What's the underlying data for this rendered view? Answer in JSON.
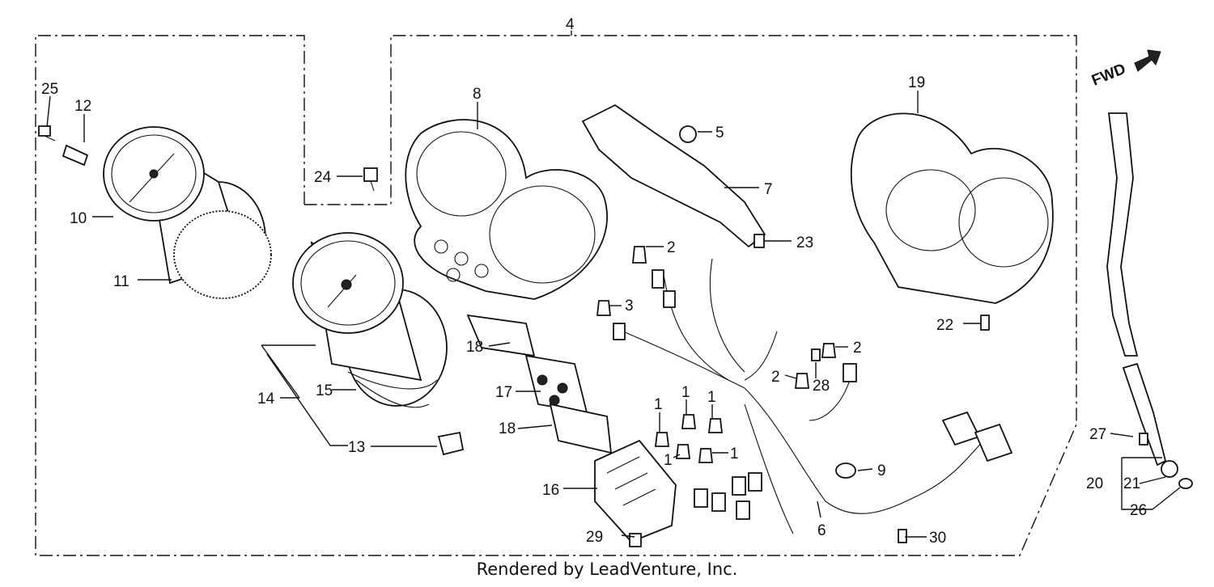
{
  "direction_label": "FWD",
  "footer": "Rendered by LeadVenture, Inc.",
  "callouts": {
    "c1": "1",
    "c2": "2",
    "c3": "3",
    "c4": "4",
    "c5": "5",
    "c6": "6",
    "c7": "7",
    "c8": "8",
    "c9": "9",
    "c10": "10",
    "c11": "11",
    "c12": "12",
    "c13": "13",
    "c14": "14",
    "c15": "15",
    "c16": "16",
    "c17": "17",
    "c18": "18",
    "c19": "19",
    "c20": "20",
    "c21": "21",
    "c22": "22",
    "c23": "23",
    "c24": "24",
    "c25": "25",
    "c26": "26",
    "c27": "27",
    "c28": "28",
    "c29": "29",
    "c30": "30"
  }
}
